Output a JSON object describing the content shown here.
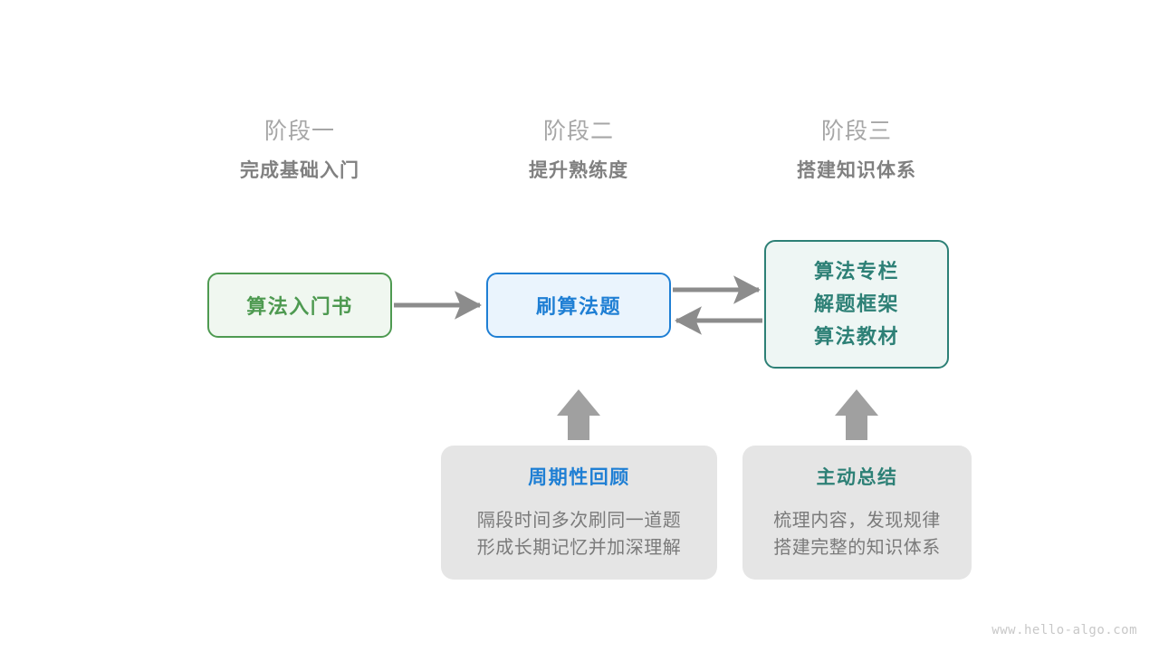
{
  "page": {
    "background": "#ffffff",
    "watermark": "www.hello-algo.com"
  },
  "colors": {
    "green": "#4e9a51",
    "green_fill": "#f0f7f0",
    "blue": "#1f7fd4",
    "blue_fill": "#eaf4fd",
    "teal": "#2d8076",
    "teal_fill": "#eef6f4",
    "gray_card": "#e5e5e5",
    "gray_arrow": "#8c8c8c",
    "heading_light": "#a6a6a6",
    "heading_bold": "#808080",
    "body_text": "#7a7a7a",
    "watermark": "#c8c8c8"
  },
  "stages": [
    {
      "number": "阶段一",
      "title": "完成基础入门"
    },
    {
      "number": "阶段二",
      "title": "提升熟练度"
    },
    {
      "number": "阶段三",
      "title": "搭建知识体系"
    }
  ],
  "nodes": {
    "book": {
      "label": "算法入门书"
    },
    "practice": {
      "label": "刷算法题"
    },
    "knowledge": {
      "lines": [
        "算法专栏",
        "解题框架",
        "算法教材"
      ]
    }
  },
  "cards": [
    {
      "title": "周期性回顾",
      "body_lines": [
        "隔段时间多次刷同一道题",
        "形成长期记忆并加深理解"
      ]
    },
    {
      "title": "主动总结",
      "body_lines": [
        "梳理内容，发现规律",
        "搭建完整的知识体系"
      ]
    }
  ],
  "connectors": [
    {
      "name": "book-to-practice",
      "direction": "right"
    },
    {
      "name": "practice-to-knowledge",
      "direction": "right"
    },
    {
      "name": "knowledge-to-practice",
      "direction": "left"
    },
    {
      "name": "review-to-practice",
      "direction": "up"
    },
    {
      "name": "summary-to-knowledge",
      "direction": "up"
    }
  ]
}
